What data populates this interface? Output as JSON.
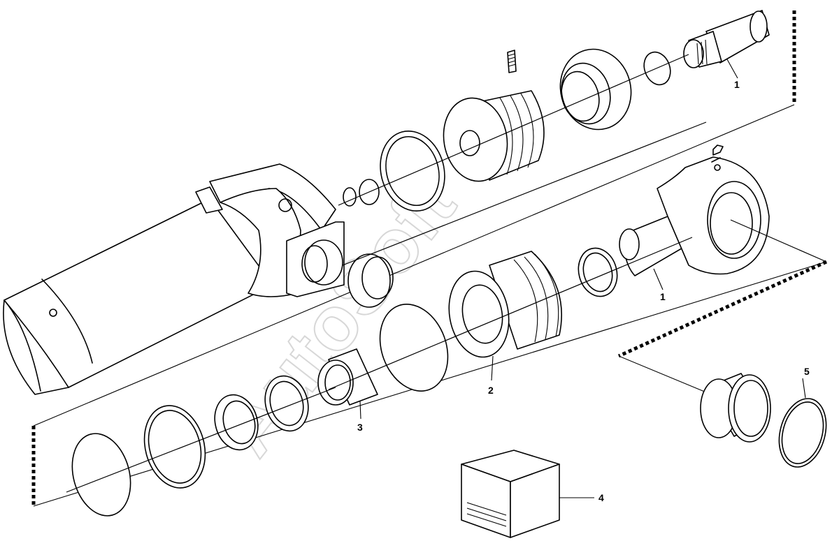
{
  "callouts": {
    "c1a": "1",
    "c1b": "1",
    "c2": "2",
    "c3": "3",
    "c4": "4",
    "c5": "5"
  },
  "watermark": "AutoSoft"
}
